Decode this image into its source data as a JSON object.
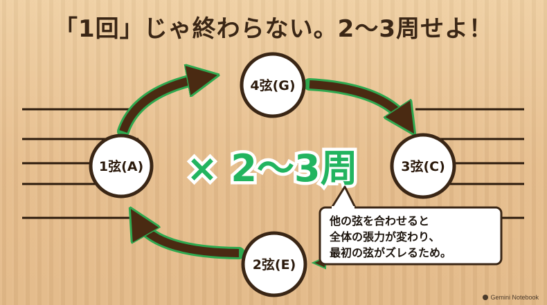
{
  "title": "「1回」じゃ終わらない。2〜3周せよ！",
  "nodes": {
    "string1": "1弦(A)",
    "string4": "4弦(G)",
    "string3": "3弦(C)",
    "string2": "2弦(E)"
  },
  "center_label": "× 2〜3周",
  "bubble": {
    "line1": "他の弦を合わせると",
    "line2": "全体の張力が変わり、",
    "line3": "最初の弦がズレるため。"
  },
  "watermark": "Gemini Notebook",
  "colors": {
    "arrow_fill": "#4a2a12",
    "arrow_glow": "#2fa84f",
    "center_text": "#22b45f",
    "node_stroke": "#3a2615",
    "strings": "#2b1a0c"
  }
}
